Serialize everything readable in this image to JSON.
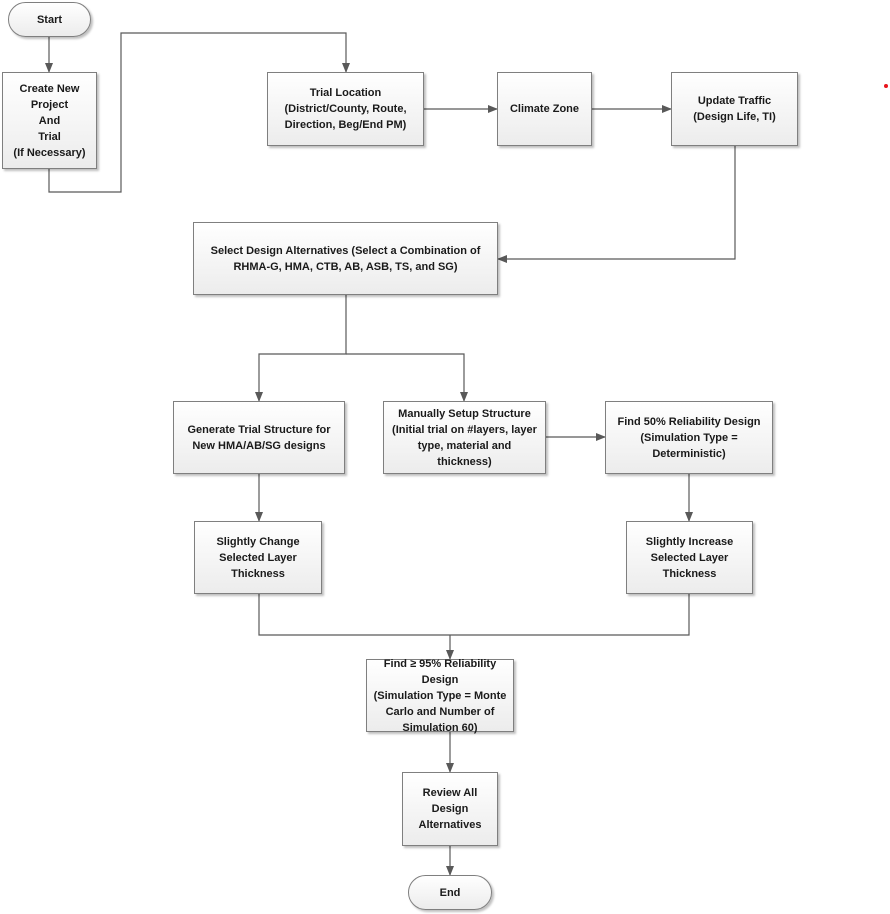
{
  "diagram": {
    "type": "flowchart",
    "nodes": {
      "start": {
        "label": "Start",
        "shape": "terminator"
      },
      "create_project": {
        "label": "Create New\nProject\nAnd\nTrial\n(If Necessary)",
        "shape": "process"
      },
      "trial_location": {
        "label": "Trial  Location\n(District/County, Route,\nDirection, Beg/End PM)",
        "shape": "process"
      },
      "climate_zone": {
        "label": "Climate Zone",
        "shape": "process"
      },
      "update_traffic": {
        "label": "Update Traffic\n(Design Life, TI)",
        "shape": "process"
      },
      "select_alternatives": {
        "label": "Select Design Alternatives (Select a Combination of\nRHMA-G, HMA, CTB, AB, ASB, TS, and SG)",
        "shape": "process"
      },
      "generate_trial": {
        "label": "Generate Trial Structure for\nNew HMA/AB/SG designs",
        "shape": "process"
      },
      "manual_setup": {
        "label": "Manually Setup Structure\n(Initial trial on #layers, layer\ntype, material and\nthickness)",
        "shape": "process"
      },
      "find_50": {
        "label": "Find 50% Reliability Design\n(Simulation Type =\nDeterministic)",
        "shape": "process"
      },
      "change_thickness": {
        "label": "Slightly Change\nSelected Layer\nThickness",
        "shape": "process"
      },
      "increase_thickness": {
        "label": "Slightly Increase\nSelected Layer\nThickness",
        "shape": "process"
      },
      "find_95": {
        "label": "Find ≥ 95% Reliability Design\n(Simulation Type = Monte\nCarlo and Number of\nSimulation  60)",
        "shape": "process"
      },
      "review": {
        "label": "Review All\nDesign\nAlternatives",
        "shape": "process"
      },
      "end": {
        "label": "End",
        "shape": "terminator"
      }
    },
    "edges": [
      [
        "start",
        "create_project"
      ],
      [
        "create_project",
        "trial_location"
      ],
      [
        "trial_location",
        "climate_zone"
      ],
      [
        "climate_zone",
        "update_traffic"
      ],
      [
        "update_traffic",
        "select_alternatives"
      ],
      [
        "select_alternatives",
        "generate_trial"
      ],
      [
        "select_alternatives",
        "manual_setup"
      ],
      [
        "manual_setup",
        "find_50"
      ],
      [
        "generate_trial",
        "change_thickness"
      ],
      [
        "find_50",
        "increase_thickness"
      ],
      [
        "change_thickness",
        "find_95"
      ],
      [
        "increase_thickness",
        "find_95"
      ],
      [
        "find_95",
        "review"
      ],
      [
        "review",
        "end"
      ]
    ],
    "colors": {
      "line": "#595959",
      "border": "#7f7f7f",
      "fill_top": "#ffffff",
      "fill_bottom": "#ececec",
      "marker": "#e8141c"
    }
  }
}
